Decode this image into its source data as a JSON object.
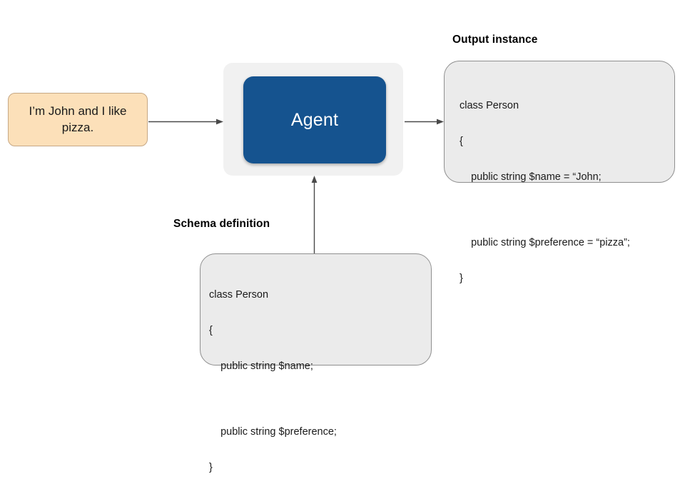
{
  "diagram": {
    "type": "flow-diagram",
    "background": "#ffffff",
    "colors": {
      "input_fill": "#fce0b9",
      "input_border": "#c6a885",
      "agent_fill": "#15538f",
      "agent_shell_fill": "#f1f1f1",
      "agent_label": "#ffffff",
      "code_panel_fill": "#ebebeb",
      "code_panel_border": "#8f8f8f",
      "connector": "#4a4a4a",
      "text": "#1a1a1a"
    }
  },
  "input_node": {
    "text": "I’m John and I like pizza."
  },
  "agent_node": {
    "label": "Agent"
  },
  "output_section": {
    "title": "Output instance",
    "code_lines": [
      "class Person",
      "{",
      "    public string $name = “John;",
      "",
      "    public string $preference = “pizza”;",
      "}"
    ]
  },
  "schema_section": {
    "title": "Schema definition",
    "code_lines": [
      "class Person",
      "{",
      "    public string $name;",
      "",
      "    public string $preference;",
      "}"
    ]
  },
  "connectors": [
    {
      "name": "input-to-agent",
      "from": "input_node",
      "to": "agent_node",
      "direction": "right"
    },
    {
      "name": "agent-to-output",
      "from": "agent_node",
      "to": "output_panel",
      "direction": "right"
    },
    {
      "name": "schema-to-agent",
      "from": "schema_panel",
      "to": "agent_node",
      "direction": "up"
    }
  ]
}
